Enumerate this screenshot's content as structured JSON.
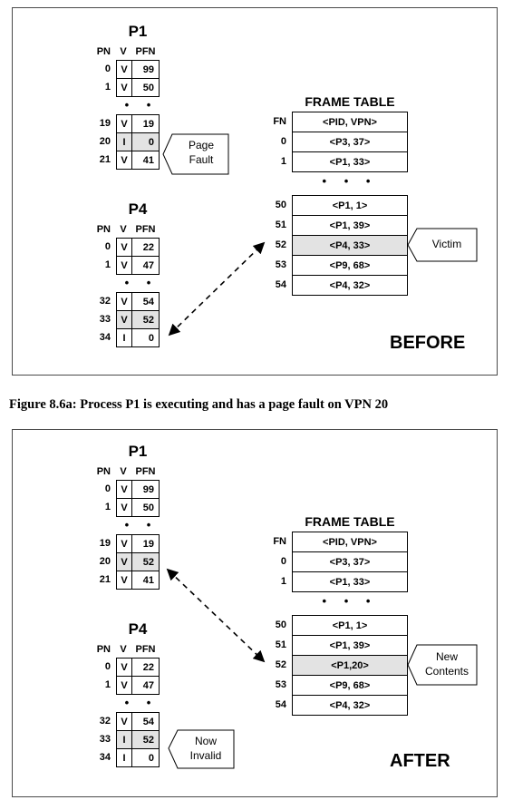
{
  "before": {
    "p1": {
      "title": "P1",
      "headers": {
        "pn": "PN",
        "v": "V",
        "pfn": "PFN"
      },
      "rows_top": [
        {
          "pn": "0",
          "v": "V",
          "pfn": "99"
        },
        {
          "pn": "1",
          "v": "V",
          "pfn": "50"
        }
      ],
      "dots": "• • •",
      "rows_bottom": [
        {
          "pn": "19",
          "v": "V",
          "pfn": "19"
        },
        {
          "pn": "20",
          "v": "I",
          "pfn": "0",
          "highlight": true
        },
        {
          "pn": "21",
          "v": "V",
          "pfn": "41"
        }
      ]
    },
    "p1_callout": "Page\nFault",
    "p4": {
      "title": "P4",
      "headers": {
        "pn": "PN",
        "v": "V",
        "pfn": "PFN"
      },
      "rows_top": [
        {
          "pn": "0",
          "v": "V",
          "pfn": "22"
        },
        {
          "pn": "1",
          "v": "V",
          "pfn": "47"
        }
      ],
      "dots": "• • •",
      "rows_bottom": [
        {
          "pn": "32",
          "v": "V",
          "pfn": "54"
        },
        {
          "pn": "33",
          "v": "V",
          "pfn": "52",
          "highlight": true
        },
        {
          "pn": "34",
          "v": "I",
          "pfn": "0"
        }
      ]
    },
    "frame_table": {
      "title": "FRAME TABLE",
      "fn_header": "FN",
      "col_header": "<PID, VPN>",
      "rows_top": [
        {
          "fn": "0",
          "val": "<P3, 37>"
        },
        {
          "fn": "1",
          "val": "<P1, 33>"
        }
      ],
      "dots": "• • •",
      "rows_bottom": [
        {
          "fn": "50",
          "val": "<P1, 1>"
        },
        {
          "fn": "51",
          "val": "<P1, 39>"
        },
        {
          "fn": "52",
          "val": "<P4, 33>",
          "highlight": true
        },
        {
          "fn": "53",
          "val": "<P9, 68>"
        },
        {
          "fn": "54",
          "val": "<P4, 32>"
        }
      ]
    },
    "ft_callout": "Victim",
    "state_label": "BEFORE"
  },
  "caption": "Figure 8.6a:  Process P1 is executing and has a page fault on VPN 20",
  "after": {
    "p1": {
      "title": "P1",
      "headers": {
        "pn": "PN",
        "v": "V",
        "pfn": "PFN"
      },
      "rows_top": [
        {
          "pn": "0",
          "v": "V",
          "pfn": "99"
        },
        {
          "pn": "1",
          "v": "V",
          "pfn": "50"
        }
      ],
      "dots": "• • •",
      "rows_bottom": [
        {
          "pn": "19",
          "v": "V",
          "pfn": "19"
        },
        {
          "pn": "20",
          "v": "V",
          "pfn": "52",
          "highlight": true
        },
        {
          "pn": "21",
          "v": "V",
          "pfn": "41"
        }
      ]
    },
    "p4": {
      "title": "P4",
      "headers": {
        "pn": "PN",
        "v": "V",
        "pfn": "PFN"
      },
      "rows_top": [
        {
          "pn": "0",
          "v": "V",
          "pfn": "22"
        },
        {
          "pn": "1",
          "v": "V",
          "pfn": "47"
        }
      ],
      "dots": "• • •",
      "rows_bottom": [
        {
          "pn": "32",
          "v": "V",
          "pfn": "54"
        },
        {
          "pn": "33",
          "v": "I",
          "pfn": "52",
          "highlight": true
        },
        {
          "pn": "34",
          "v": "I",
          "pfn": "0"
        }
      ]
    },
    "p4_callout": "Now\nInvalid",
    "frame_table": {
      "title": "FRAME TABLE",
      "fn_header": "FN",
      "col_header": "<PID, VPN>",
      "rows_top": [
        {
          "fn": "0",
          "val": "<P3, 37>"
        },
        {
          "fn": "1",
          "val": "<P1, 33>"
        }
      ],
      "dots": "• • •",
      "rows_bottom": [
        {
          "fn": "50",
          "val": "<P1, 1>"
        },
        {
          "fn": "51",
          "val": "<P1, 39>"
        },
        {
          "fn": "52",
          "val": "<P1,20>",
          "highlight": true
        },
        {
          "fn": "53",
          "val": "<P9, 68>"
        },
        {
          "fn": "54",
          "val": "<P4, 32>"
        }
      ]
    },
    "ft_callout": "New\nContents",
    "state_label": "AFTER"
  },
  "colors": {
    "highlight": "#e3e3e3",
    "border": "#000000",
    "panel_border": "#4a4a4a"
  }
}
